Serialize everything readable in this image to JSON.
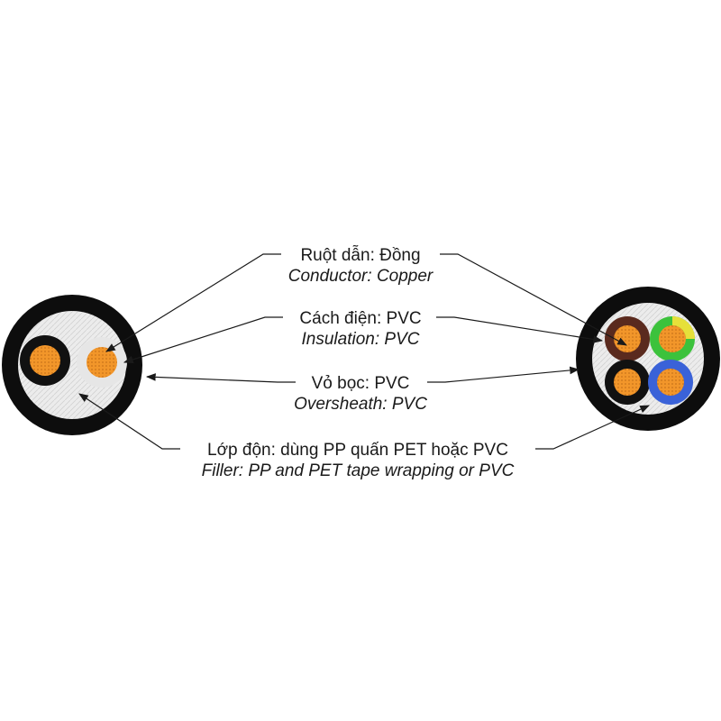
{
  "labels": {
    "conductor": {
      "vn": "Ruột dẫn: Đồng",
      "en": "Conductor: Copper"
    },
    "insulation": {
      "vn": "Cách điện: PVC",
      "en": "Insulation: PVC"
    },
    "oversheath": {
      "vn": "Vỏ bọc: PVC",
      "en": "Oversheath: PVC"
    },
    "filler": {
      "vn": "Lớp độn: dùng PP quấn PET hoặc PVC",
      "en": "Filler: PP and PET tape wrapping or PVC"
    }
  },
  "colors": {
    "sheath": "#0d0d0d",
    "filler": "#ededed",
    "copper": "#f2962a",
    "core_black": "#111111",
    "core_white": "#e6e6e6",
    "core_brown": "#5a2a1e",
    "core_green": "#3cc23c",
    "core_yellow": "#e6e03a",
    "core_blue": "#3a62d8",
    "line": "#1a1a1a"
  }
}
